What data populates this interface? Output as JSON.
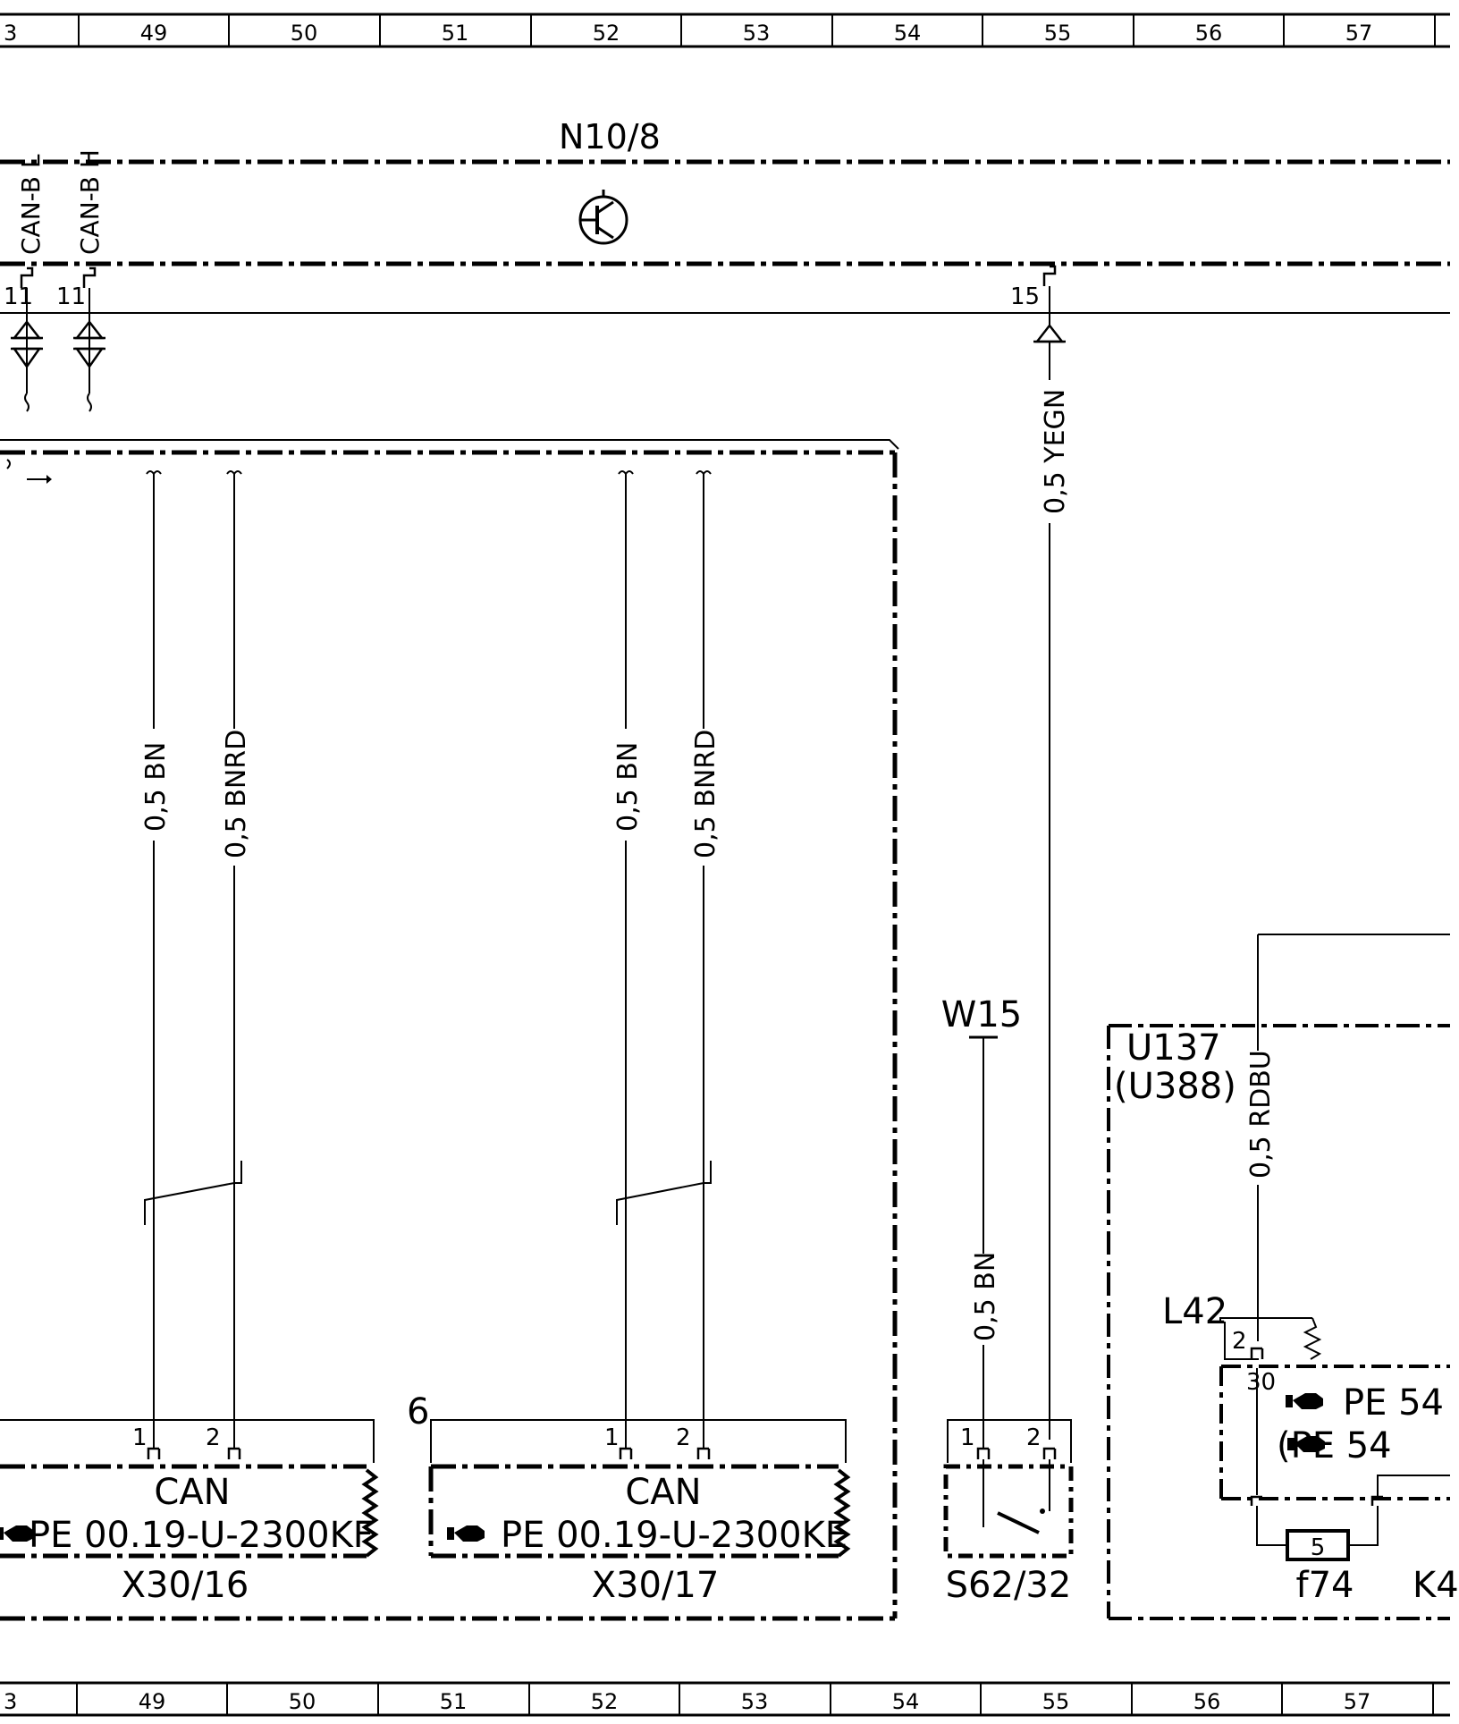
{
  "ruler": {
    "top": [
      "3",
      "49",
      "50",
      "51",
      "52",
      "53",
      "54",
      "55",
      "56",
      "57"
    ],
    "bottom": [
      "3",
      "49",
      "50",
      "51",
      "52",
      "53",
      "54",
      "55",
      "56",
      "57"
    ]
  },
  "module": {
    "id": "N10/8"
  },
  "can_signals": {
    "low": "CAN-B L",
    "high": "CAN-B H"
  },
  "pin_numbers": {
    "can_low": "11",
    "can_high": "11",
    "w15": "15"
  },
  "wires": {
    "x3016_left": "0,5 BN",
    "x3016_right": "0,5 BNRD",
    "x3017_left": "0,5 BN",
    "x3017_right": "0,5 BNRD",
    "yegn": "0,5 YEGN",
    "s62_bn": "0,5 BN",
    "rdbu": "0,5 RDBU"
  },
  "x3016": {
    "pin1": "1",
    "pin2": "2",
    "type": "CAN",
    "ref": "PE 00.19-U-2300KF",
    "name": "X30/16"
  },
  "x3017": {
    "pin1": "1",
    "pin2": "2",
    "number": "6",
    "type": "CAN",
    "ref": "PE 00.19-U-2300KE",
    "name": "X30/17"
  },
  "w15": {
    "label": "W15"
  },
  "s6232": {
    "pin1": "1",
    "pin2": "2",
    "name": "S62/32"
  },
  "u137": {
    "name": "U137",
    "alt": "(U388)",
    "inductor": "L42",
    "pin": "2",
    "terminal": "30",
    "ref1": "PE 54",
    "ref2": "(PE 54",
    "fuse_value": "5",
    "fuse_name": "f74",
    "relay": "K4"
  }
}
